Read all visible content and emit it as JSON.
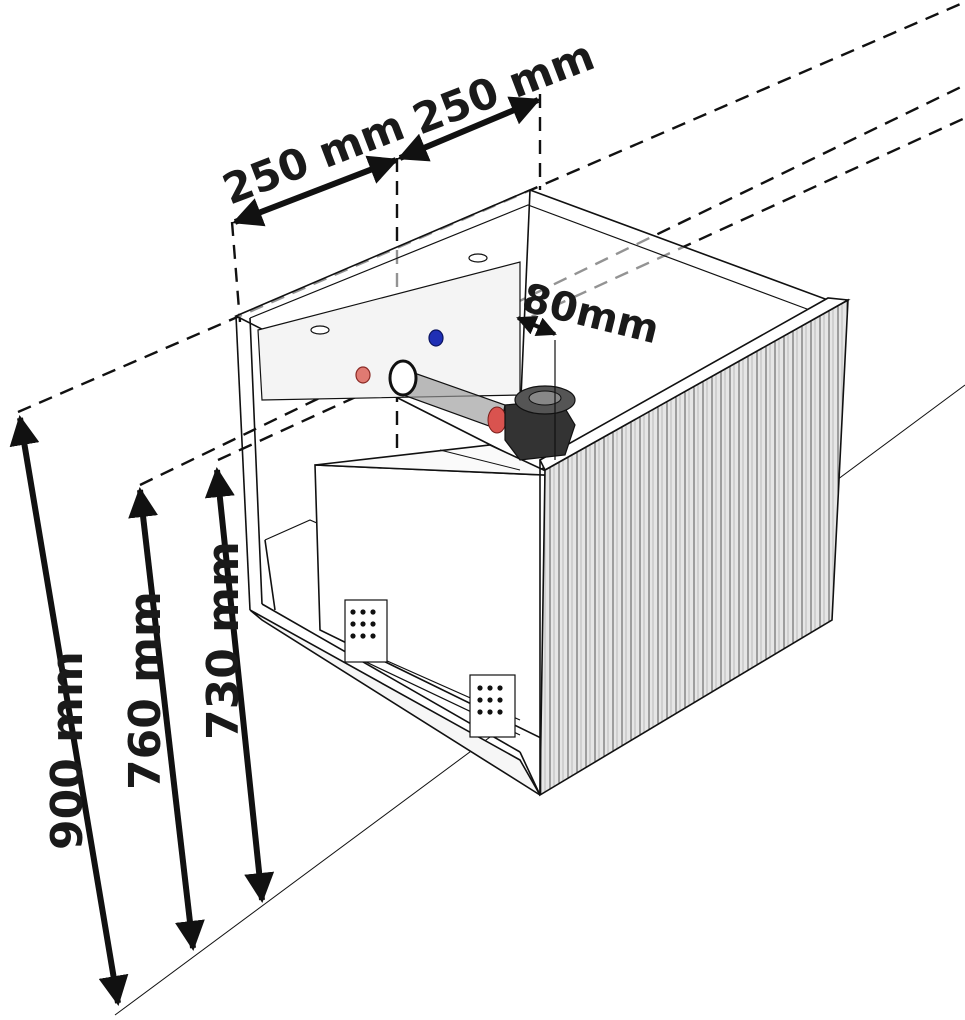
{
  "dimensions": {
    "width_left": "250 mm",
    "width_right": "250 mm",
    "offset": "80mm",
    "height_900": "900 mm",
    "height_760": "760 mm",
    "height_730": "730 mm"
  },
  "colors": {
    "line": "#111111",
    "hot_connection": "#d9534f",
    "cold_connection": "#1f2fb5",
    "siphon": "#333333",
    "pipe": "#9a9a9a"
  }
}
